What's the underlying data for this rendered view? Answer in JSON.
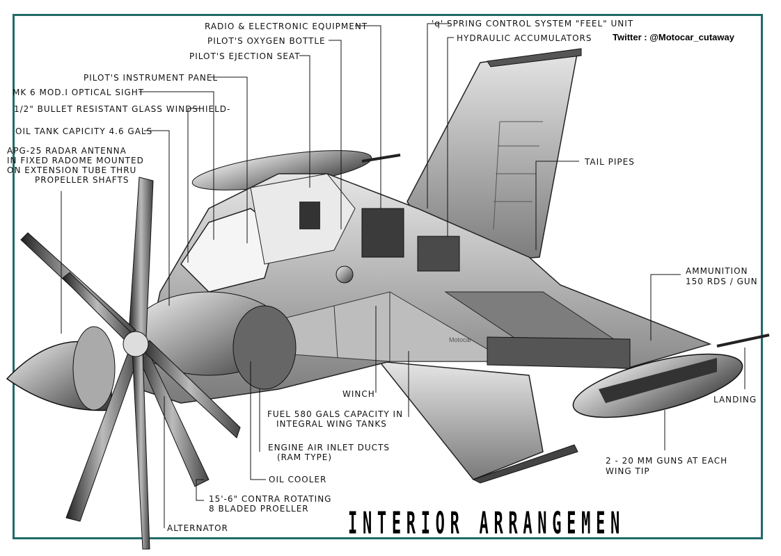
{
  "credit": "Twitter : @Motocar_cutaway",
  "title": "INTERIOR ARRANGEMEN",
  "watermark": "Motocar",
  "labels": {
    "radio": "RADIO & ELECTRONIC EQUIPMENT",
    "oxygen": "PILOT'S OXYGEN BOTTLE",
    "ejection": "PILOT'S EJECTION SEAT",
    "instrument_panel": "PILOT'S INSTRUMENT PANEL",
    "optical_sight": "MK 6 MOD.I OPTICAL SIGHT",
    "windshield": "1/2\" BULLET RESISTANT GLASS WINDSHIELD-",
    "oil_tank": "OIL TANK CAPICITY 4.6 GALS",
    "radar_1": "APG-25 RADAR ANTENNA",
    "radar_2": "IN FIXED RADOME MOUNTED",
    "radar_3": "ON EXTENSION TUBE THRU",
    "radar_4": "PROPELLER SHAFTS",
    "q_spring": "'q' SPRING CONTROL SYSTEM \"FEEL\" UNIT",
    "hydraulic": "HYDRAULIC ACCUMULATORS",
    "tail_pipes": "TAIL PIPES",
    "ammo_1": "AMMUNITION",
    "ammo_2": "150 RDS / GUN",
    "landing": "LANDING",
    "guns_1": "2 - 20 MM GUNS AT EACH",
    "guns_2": "WING TIP",
    "winch": "WINCH",
    "fuel_1": "FUEL 580 GALS CAPACITY IN",
    "fuel_2": "INTEGRAL WING TANKS",
    "inlet_1": "ENGINE AIR INLET DUCTS",
    "inlet_2": "(RAM TYPE)",
    "oil_cooler": "OIL COOLER",
    "prop_1": "15'-6\" CONTRA ROTATING",
    "prop_2": "8 BLADED PROELLER",
    "alternator": "ALTERNATOR"
  }
}
